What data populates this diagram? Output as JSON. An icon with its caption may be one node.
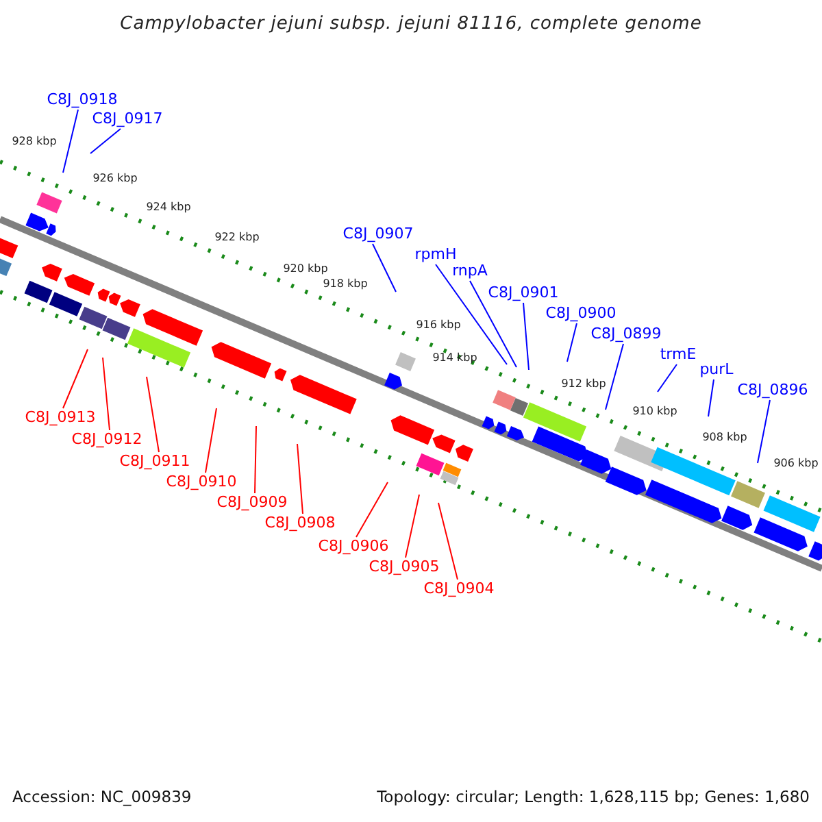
{
  "diagram": {
    "title": "Campylobacter jejuni subsp. jejuni 81116, complete genome",
    "nodes": [
      {
        "text": [
          "C8J_0918"
        ]
      },
      {
        "text": [
          "C8J_0917"
        ]
      },
      {
        "text": [
          "C8J_0907"
        ]
      },
      {
        "text": [
          "rpmH"
        ]
      },
      {
        "text": [
          "rnpA"
        ]
      },
      {
        "text": [
          "C8J_0901"
        ]
      },
      {
        "text": [
          "C8J_0900"
        ]
      },
      {
        "text": [
          "C8J_0899"
        ]
      },
      {
        "text": [
          "trmE"
        ]
      },
      {
        "text": [
          "purL"
        ]
      },
      {
        "text": [
          "C8J_0896"
        ]
      },
      {
        "text": [
          "C8J_0913"
        ]
      },
      {
        "text": [
          "C8J_0912"
        ]
      },
      {
        "text": [
          "C8J_0911"
        ]
      },
      {
        "text": [
          "C8J_0910"
        ]
      },
      {
        "text": [
          "C8J_0909"
        ]
      },
      {
        "text": [
          "C8J_0908"
        ]
      },
      {
        "text": [
          "C8J_0906"
        ]
      },
      {
        "text": [
          "C8J_0905"
        ]
      },
      {
        "text": [
          "C8J_0904"
        ]
      }
    ],
    "edges": [
      {
        "from": 0,
        "to": null,
        "arrow": "none"
      },
      {
        "from": 1,
        "to": null,
        "arrow": "none"
      },
      {
        "from": 2,
        "to": null,
        "arrow": "none"
      },
      {
        "from": 3,
        "to": null,
        "arrow": "none"
      },
      {
        "from": 4,
        "to": null,
        "arrow": "none"
      },
      {
        "from": 5,
        "to": null,
        "arrow": "none"
      },
      {
        "from": 6,
        "to": null,
        "arrow": "none"
      },
      {
        "from": 7,
        "to": null,
        "arrow": "none"
      },
      {
        "from": 8,
        "to": null,
        "arrow": "none"
      },
      {
        "from": 9,
        "to": null,
        "arrow": "none"
      },
      {
        "from": 10,
        "to": null,
        "arrow": "none"
      },
      {
        "from": 11,
        "to": null,
        "arrow": "none",
        "color": "#ff0000"
      },
      {
        "from": 12,
        "to": null,
        "arrow": "none",
        "color": "#ff0000"
      },
      {
        "from": 13,
        "to": null,
        "arrow": "none",
        "color": "#ff0000"
      },
      {
        "from": 14,
        "to": null,
        "arrow": "none",
        "color": "#ff0000"
      },
      {
        "from": 15,
        "to": null,
        "arrow": "none",
        "color": "#ff0000"
      },
      {
        "from": 16,
        "to": null,
        "arrow": "none",
        "color": "#ff0000"
      },
      {
        "from": 17,
        "to": null,
        "arrow": "none",
        "color": "#ff0000"
      },
      {
        "from": 18,
        "to": null,
        "arrow": "none",
        "color": "#ff0000"
      },
      {
        "from": 19,
        "to": null,
        "arrow": "none",
        "color": "#ff0000"
      }
    ],
    "labels": [
      "928 kbp",
      "926 kbp",
      "924 kbp",
      "922 kbp",
      "920 kbp",
      "918 kbp",
      "916 kbp",
      "914 kbp",
      "912 kbp",
      "910 kbp",
      "908 kbp",
      "906 kbp",
      "Accession: NC_009839",
      "Topology: circular; Length: 1,628,115 bp; Genes: 1,680"
    ]
  }
}
